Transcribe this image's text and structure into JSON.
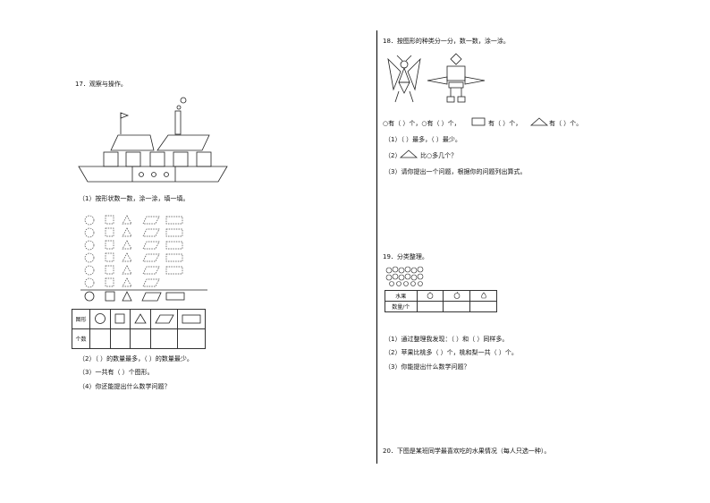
{
  "left": {
    "q17_title": "17．观察与操作。",
    "q17_sub1": "（1）按形状数一数，涂一涂，填一填。",
    "table": {
      "row1_header": "图形",
      "row2_header": "个数"
    },
    "q17_2": "（2）（    ）的数量最多，（    ）的数量最少。",
    "q17_3": "（3）一共有（    ）个图形。",
    "q17_4": "（4）你还能提出什么数学问题？"
  },
  "right": {
    "q18_title": "18．按图形的种类分一分，数一数，涂一涂。",
    "q18_line1_a": "○有（    ）个，○有（    ）个，",
    "q18_line1_b": "有（    ）个，",
    "q18_line1_c": "有（    ）个。",
    "q18_1": "（1）（    ）最多，（    ）最少。",
    "q18_2_a": "（2）",
    "q18_2_b": "比○多几个？",
    "q18_3": "（3）请你提出一个问题，根据你的问题列出算式。",
    "q19_title": "19．分类整理。",
    "fruit_table": {
      "col1": "水果",
      "row2": "数量/个"
    },
    "q19_1": "（1）通过整理我发现：（    ）和（    ）同样多。",
    "q19_2": "（2）苹果比桃多（    ）个，桃和梨一共（    ）个。",
    "q19_3": "（3）你能提出什么数学问题？",
    "q20_title": "20．下图是某班同学最喜欢吃的水果情况（每人只选一种）。"
  }
}
